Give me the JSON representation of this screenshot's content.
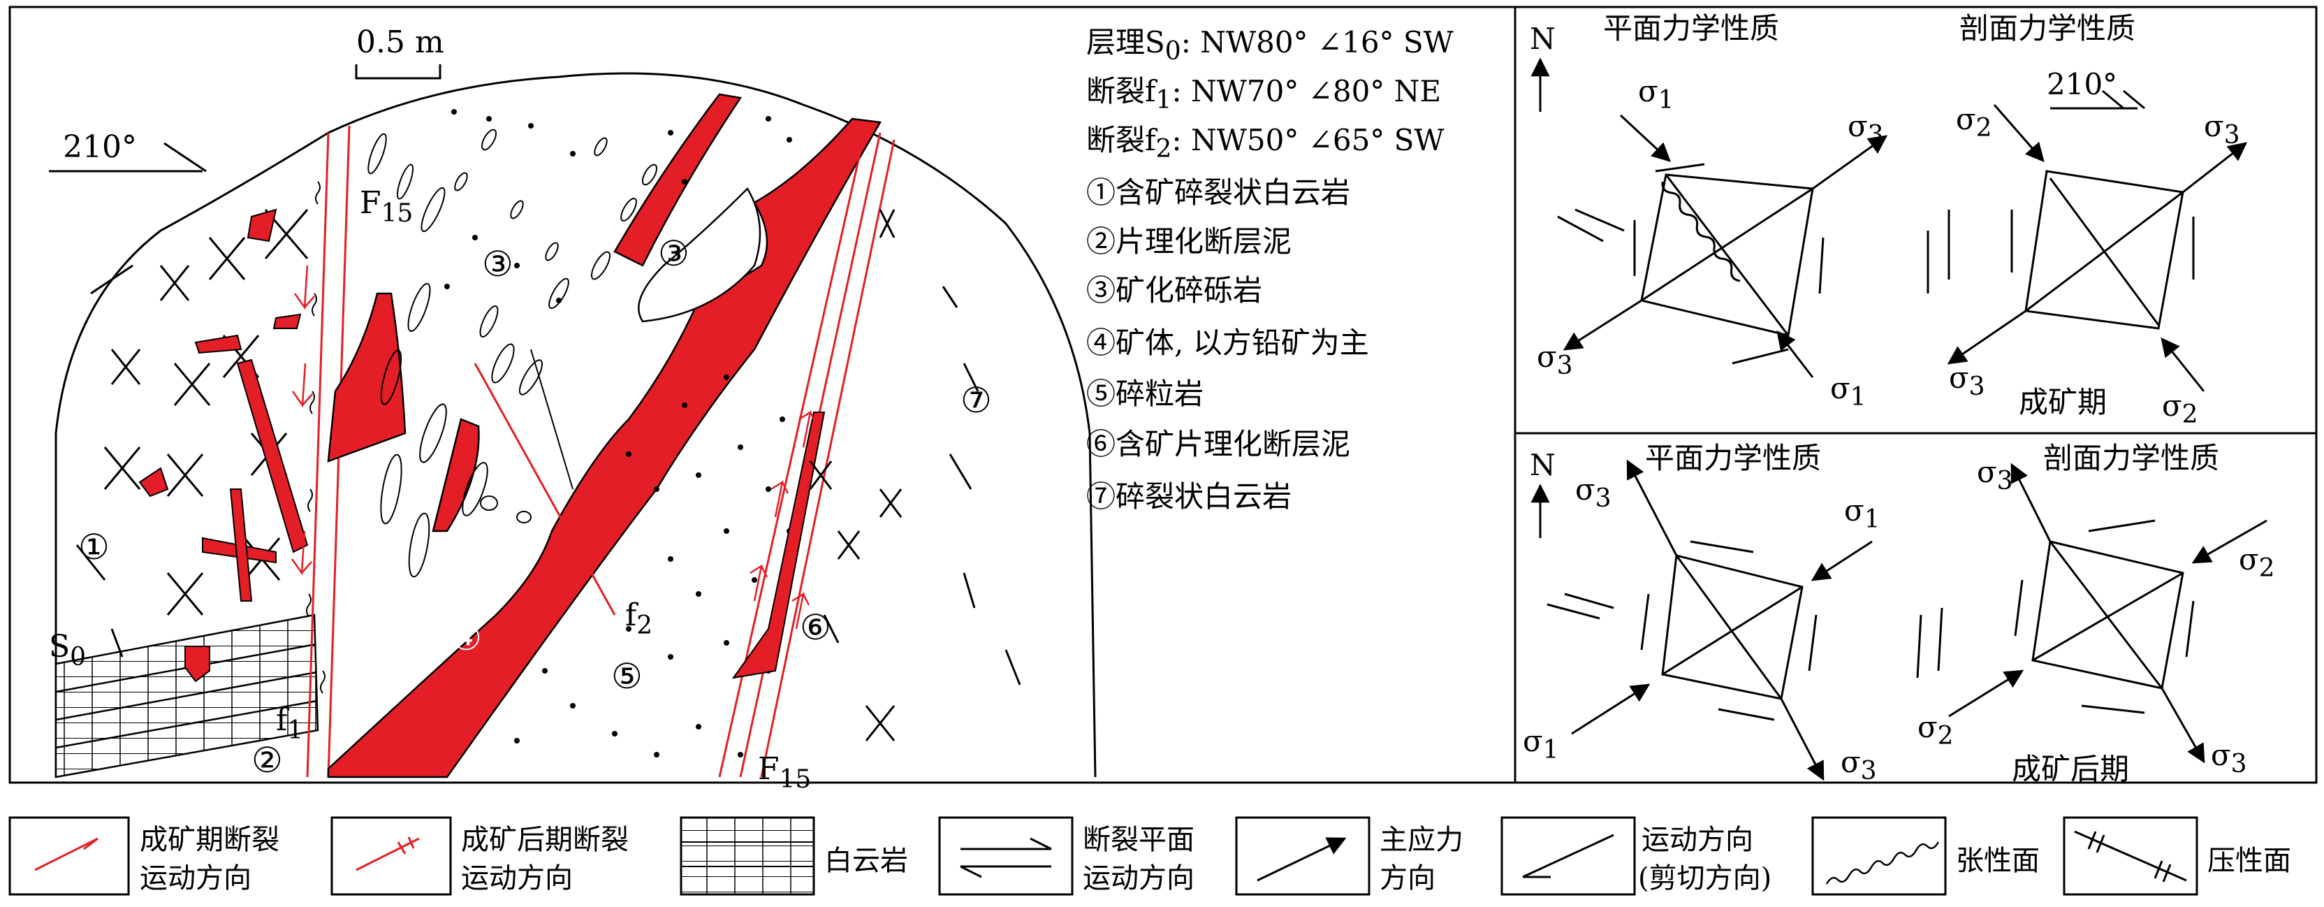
{
  "scale_bar": "0.5 m",
  "azimuth": "210°",
  "fault_label_f15": "F",
  "fault_label_f15_sub": "15",
  "fault_label_f1": "f",
  "fault_label_f1_sub": "1",
  "fault_label_f2": "f",
  "fault_label_f2_sub": "2",
  "bedding_label": "S",
  "bedding_label_sub": "0",
  "circled": {
    "n1": "①",
    "n2": "②",
    "n3": "③",
    "n4": "④",
    "n5": "⑤",
    "n6": "⑥",
    "n7": "⑦"
  },
  "attitudes": [
    {
      "pre": "层理S",
      "sub": "0",
      "post": ": NW80° ∠16° SW"
    },
    {
      "pre": "断裂f",
      "sub": "1",
      "post": ": NW70° ∠80° NE"
    },
    {
      "pre": "断裂f",
      "sub": "2",
      "post": ": NW50° ∠65° SW"
    }
  ],
  "lithology": [
    "①含矿碎裂状白云岩",
    "②片理化断层泥",
    "③矿化碎砾岩",
    "④矿体, 以方铅矿为主",
    "⑤碎粒岩",
    "⑥含矿片理化断层泥",
    "⑦碎裂状白云岩"
  ],
  "stress": {
    "north": "N",
    "plane_title": "平面力学性质",
    "section_title": "剖面力学性质",
    "section_azimuth": "210°",
    "sigma": "σ",
    "s1": "1",
    "s2": "2",
    "s3": "3",
    "period_top": "成矿期",
    "period_bottom": "成矿后期"
  },
  "legend": {
    "ore_fault_l1": "成矿期断裂",
    "ore_fault_l2": "运动方向",
    "post_fault_l1": "成矿后期断裂",
    "post_fault_l2": "运动方向",
    "dolomite": "白云岩",
    "plane_move_l1": "断裂平面",
    "plane_move_l2": "运动方向",
    "principal_l1": "主应力",
    "principal_l2": "方向",
    "shear_l1": "运动方向",
    "shear_l2": "(剪切方向)",
    "tensile": "张性面",
    "compressive": "压性面"
  },
  "colors": {
    "ore": "#e41e26",
    "fault": "#e41e26",
    "line": "#000000"
  }
}
